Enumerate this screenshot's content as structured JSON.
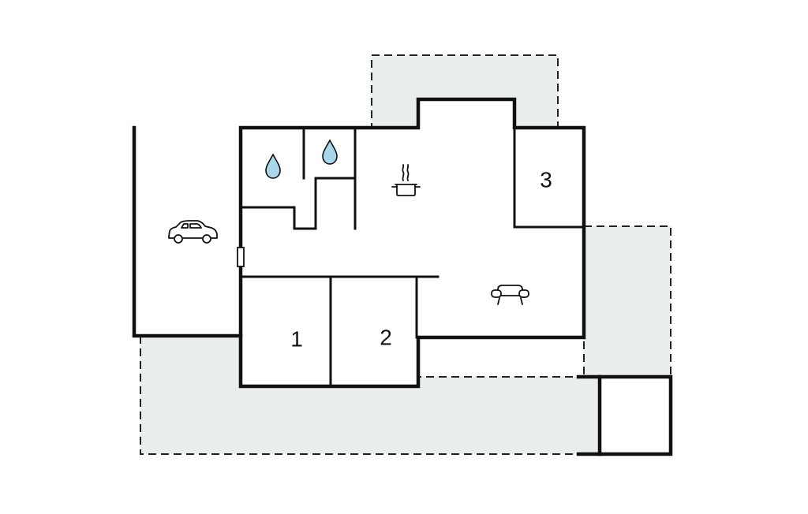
{
  "floorplan": {
    "rooms": [
      {
        "id": "bedroom-1",
        "label": "1"
      },
      {
        "id": "bedroom-2",
        "label": "2"
      },
      {
        "id": "bedroom-3",
        "label": "3"
      }
    ],
    "icons": {
      "carport": "car-icon",
      "bathroom_1": "water-drop-icon",
      "bathroom_2": "water-drop-icon",
      "kitchen": "cooking-pot-icon",
      "living_room": "sofa-icon"
    },
    "colors": {
      "terrace": "#eaeded",
      "walls": "#111111",
      "water": "#a9d6e8",
      "background": "#ffffff"
    }
  }
}
